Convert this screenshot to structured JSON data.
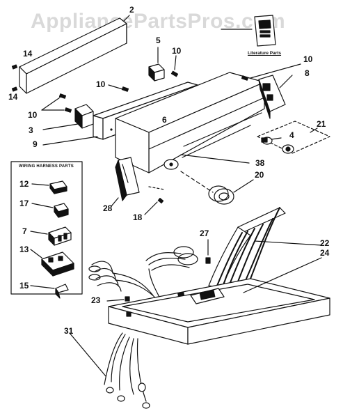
{
  "watermark": "AppliancePartsPros.com",
  "literature_caption": "Literature Parts",
  "harness_box_title": "WIRING HARNESS PARTS",
  "callouts": {
    "c2": "2",
    "c14a": "14",
    "c14b": "14",
    "c10a": "10",
    "c10b": "10",
    "c10c": "10",
    "c10d": "10",
    "c5": "5",
    "c8": "8",
    "c6": "6",
    "c3": "3",
    "c9": "9",
    "c4": "4",
    "c21": "21",
    "c38": "38",
    "c20": "20",
    "c28": "28",
    "c18": "18",
    "c12": "12",
    "c17": "17",
    "c7": "7",
    "c13": "13",
    "c15": "15",
    "c27": "27",
    "c22": "22",
    "c24": "24",
    "c23": "23",
    "c31": "31"
  }
}
